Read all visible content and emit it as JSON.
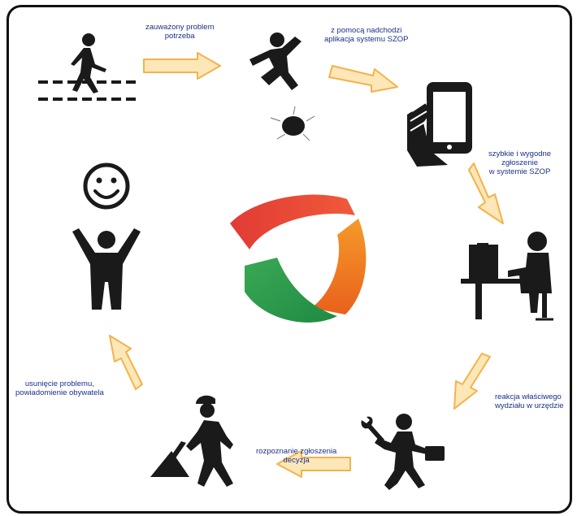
{
  "diagram": {
    "steps": [
      {
        "lines": [
          "zauważony problem",
          "potrzeba"
        ]
      },
      {
        "lines": [
          "z pomocą nadchodzi",
          "aplikacja systemu SZOP"
        ]
      },
      {
        "lines": [
          "szybkie i wygodne",
          "zgłoszenie",
          "w systemie SZOP"
        ]
      },
      {
        "lines": [
          "reakcja właściwego",
          "wydziału w urzędzie"
        ]
      },
      {
        "lines": [
          "rozpoznanie zgłoszenia",
          "decyzja"
        ]
      },
      {
        "lines": [
          "usunięcie problemu,",
          "powiadomienie obywatela"
        ]
      }
    ]
  },
  "colors": {
    "icon": "#1a1a1a",
    "label": "#1b2f8a",
    "arrow_fill": "#fde7b8",
    "arrow_stroke": "#f4b24a",
    "logo_red": "#e83a3a",
    "logo_orange": "#f07a1e",
    "logo_green": "#2f9e4f"
  },
  "icons": [
    "walking-person-icon",
    "falling-person-icon",
    "smartphone-hand-icon",
    "office-worker-icon",
    "running-worker-icon",
    "road-worker-icon",
    "happy-citizen-icon",
    "szop-logo"
  ]
}
